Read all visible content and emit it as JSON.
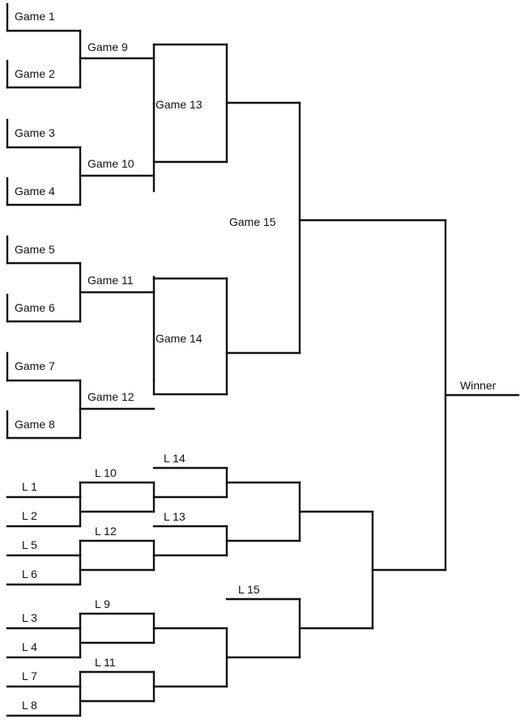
{
  "winners": {
    "round1": [
      "Game 1",
      "Game 2",
      "Game 3",
      "Game 4",
      "Game 5",
      "Game 6",
      "Game 7",
      "Game 8"
    ],
    "round2": [
      "Game 9",
      "Game 10",
      "Game 11",
      "Game 12"
    ],
    "semifinal": [
      "Game 13",
      "Game 14"
    ],
    "final": "Game 15"
  },
  "losers": {
    "seeds": [
      "L 1",
      "L 2",
      "L 5",
      "L 6",
      "L 3",
      "L 4",
      "L 7",
      "L 8"
    ],
    "round1": [
      "L 10",
      "L 12",
      "L 9",
      "L 11"
    ],
    "round2": [
      "L 14",
      "L 13"
    ],
    "final": "L 15"
  },
  "champion": "Winner"
}
